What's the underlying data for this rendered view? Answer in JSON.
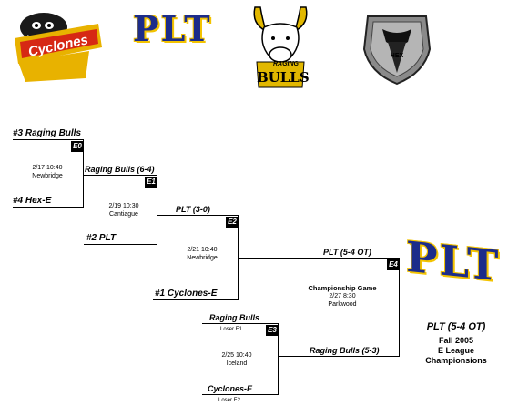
{
  "logos": {
    "cyclones": "Cyclones",
    "plt": "PLT",
    "raging_bulls_top": "RAGING",
    "raging_bulls_bottom": "BULLS",
    "hex": "HEX"
  },
  "bracket": {
    "seed3": "#3 Raging Bulls",
    "seed4": "#4 Hex-E",
    "seed2": "#2 PLT",
    "seed1": "#1 Cyclones-E",
    "r2_top": "Raging Bulls (6-4)",
    "r3_top": "PLT (3-0)",
    "final_top": "PLT (5-4 OT)",
    "e3_top": "Raging Bulls",
    "e3_top_note": "Loser E1",
    "e3_bottom": "Cyclones-E",
    "e3_bottom_note": "Loser E2",
    "final_bottom": "Raging Bulls (5-3)"
  },
  "games": {
    "e0": {
      "tag": "E0",
      "date": "2/17  10:40",
      "place": "Newbridge"
    },
    "e1": {
      "tag": "E1",
      "date": "2/19  10:30",
      "place": "Cantiague"
    },
    "e2": {
      "tag": "E2",
      "date": "2/21  10:40",
      "place": "Newbridge"
    },
    "e3": {
      "tag": "E3",
      "date": "2/25  10:40",
      "place": "Iceland"
    },
    "e4": {
      "tag": "E4",
      "title": "Championship Game",
      "date": "2/27  8:30",
      "place": "Parkwood"
    }
  },
  "champion": {
    "logo": "PLT",
    "record": "PLT (5-4 OT)",
    "line1": "Fall 2005",
    "line2": "E League",
    "line3": "Championsions"
  }
}
